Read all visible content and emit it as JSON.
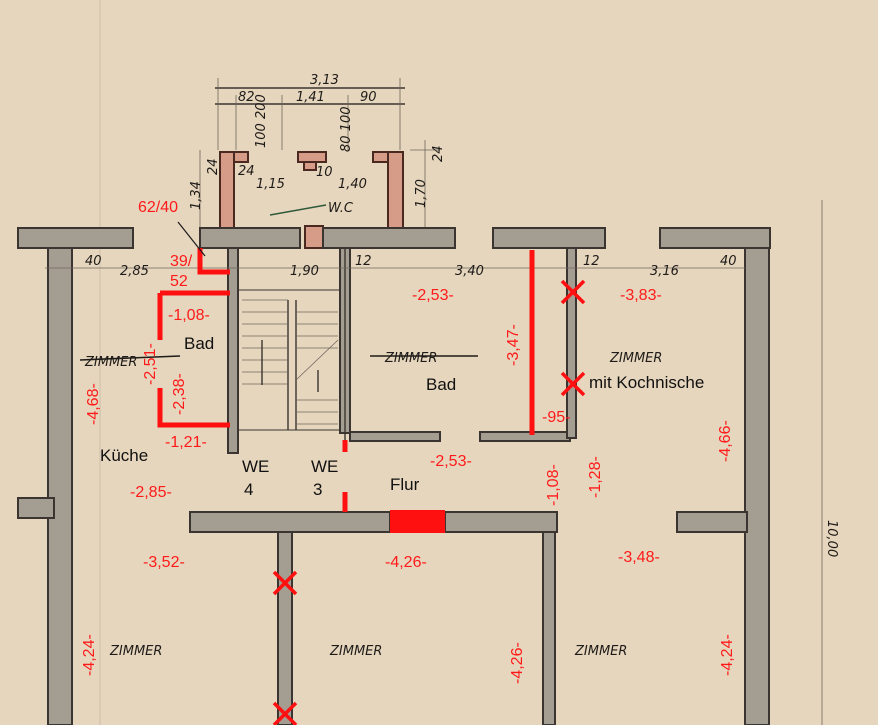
{
  "ink_dimensions": {
    "top_total": "3,13",
    "top_82": "82",
    "top_141": "1,41",
    "top_90": "90",
    "v_100_200": "100 200",
    "v_80_100": "80 100",
    "v_24_left": "24",
    "v_24_right": "24",
    "v_134": "1,34",
    "h_24": "24",
    "h_115": "1,15",
    "h_10": "10",
    "h_140": "1,40",
    "v_170": "1,70",
    "wc": "W.C",
    "w40_left": "40",
    "w285": "2,85",
    "w190": "1,90",
    "w12_a": "12",
    "w340": "3,40",
    "w12_b": "12",
    "w316": "3,16",
    "w40_right": "40",
    "total_height": "10,00",
    "zimmer_1": "ZIMMER",
    "zimmer_2": "ZIMMER",
    "zimmer_3": "ZIMMER",
    "zimmer_bottom_1": "ZIMMER",
    "zimmer_bottom_2": "ZIMMER",
    "zimmer_bottom_3": "ZIMMER"
  },
  "labels": {
    "bad_left": "Bad",
    "kueche": "Küche",
    "bad_mid": "Bad",
    "kochnische": "mit Kochnische",
    "we4_a": "WE",
    "we4_b": "4",
    "we3_a": "WE",
    "we3_b": "3",
    "flur": "Flur"
  },
  "red_dimensions": {
    "d6240": "62/40",
    "d39": "39/",
    "d52": "52",
    "d108a": "-1,08-",
    "d251": "-2,51-",
    "d238": "-2,38-",
    "d468": "-4,68-",
    "d121": "-1,21-",
    "d253a": "-2,53-",
    "d347": "-3,47-",
    "d383": "-3,83-",
    "d95": "-95-",
    "d466": "-4,66-",
    "d253b": "-2,53-",
    "d108b": "-1,08-",
    "d128": "-1,28-",
    "d285": "-2,85-",
    "d352": "-3,52-",
    "d426a": "-4,26-",
    "d348": "-3,48-",
    "d424a": "-4,24-",
    "d426b": "-4,26-",
    "d424b": "-4,24-"
  },
  "colors": {
    "paper": "#e6d6bd",
    "wall": "#a49d92",
    "new_wall": "#d79c88",
    "red_markup": "#ff1010"
  }
}
